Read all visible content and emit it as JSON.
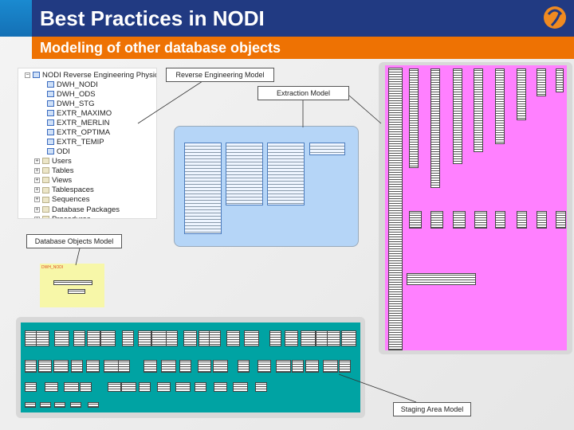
{
  "header": {
    "title": "Best Practices in NODI",
    "subtitle": "Modeling of other database objects"
  },
  "tree": {
    "root": "NODI Reverse Engineering Physical",
    "models": [
      "DWH_NODI",
      "DWH_ODS",
      "DWH_STG",
      "EXTR_MAXIMO",
      "EXTR_MERLIN",
      "EXTR_OPTIMA",
      "EXTR_TEMIP",
      "ODI"
    ],
    "folders": [
      "Users",
      "Tables",
      "Views",
      "Tablespaces",
      "Sequences",
      "Database Packages",
      "Procedures"
    ]
  },
  "labels": {
    "reverse": "Reverse Engineering Model",
    "extraction": "Extraction Model",
    "dbobjects": "Database Objects Model",
    "staging": "Staging Area Model"
  },
  "yellow_title": "DWH_NODI",
  "colors": {
    "header": "#213a82",
    "accent": "#ee7203",
    "extraction": "#b5d5f7",
    "reverse": "#ff80ff",
    "staging": "#00a3a3",
    "dbobjects": "#f7f7a8"
  }
}
